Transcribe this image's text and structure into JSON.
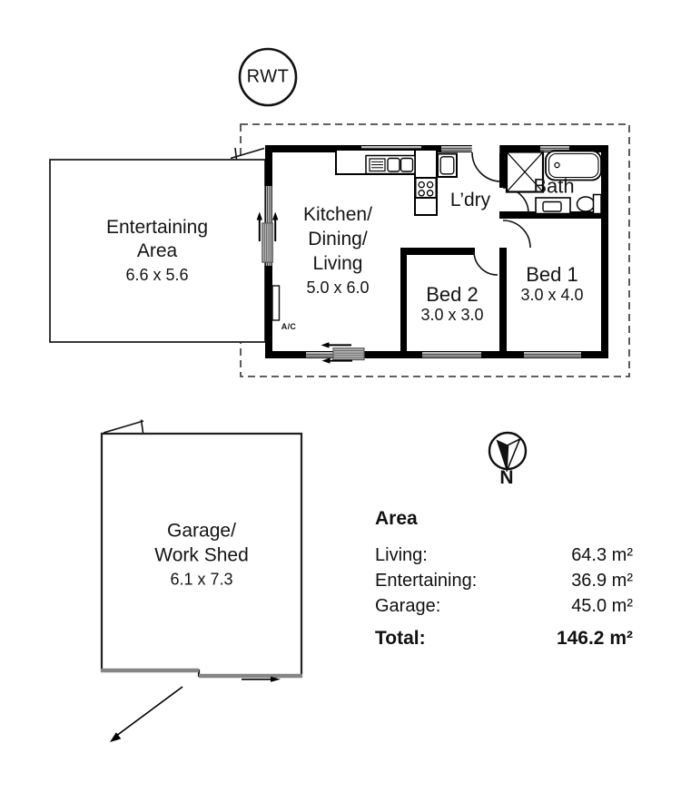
{
  "rwt": {
    "label": "RWT"
  },
  "compass": {
    "label": "N"
  },
  "rooms": {
    "entertaining": {
      "line1": "Entertaining",
      "line2": "Area",
      "dims": "6.6 x 5.6"
    },
    "kitchen": {
      "line1": "Kitchen/",
      "line2": "Dining/",
      "line3": "Living",
      "dims": "5.0 x 6.0"
    },
    "laundry": {
      "label": "L’dry"
    },
    "bath": {
      "label": "Bath"
    },
    "bed1": {
      "label": "Bed 1",
      "dims": "3.0 x 4.0"
    },
    "bed2": {
      "label": "Bed 2",
      "dims": "3.0 x 3.0"
    },
    "garage": {
      "line1": "Garage/",
      "line2": "Work Shed",
      "dims": "6.1 x 7.3"
    },
    "ac_unit": {
      "label": "A/C"
    }
  },
  "area_table": {
    "title": "Area",
    "rows": [
      {
        "label": "Living:",
        "value": "64.3 m²"
      },
      {
        "label": "Entertaining:",
        "value": "36.9 m²"
      },
      {
        "label": "Garage:",
        "value": "45.0 m²"
      }
    ],
    "total": {
      "label": "Total:",
      "value": "146.2 m²"
    }
  },
  "colors": {
    "wall": "#000000",
    "thin_line": "#1a1a1a",
    "boundary_dash": "#4a4a4a",
    "slider_gray": "#b0b0b0",
    "garage_footing_gray": "#858585",
    "background": "#ffffff"
  }
}
